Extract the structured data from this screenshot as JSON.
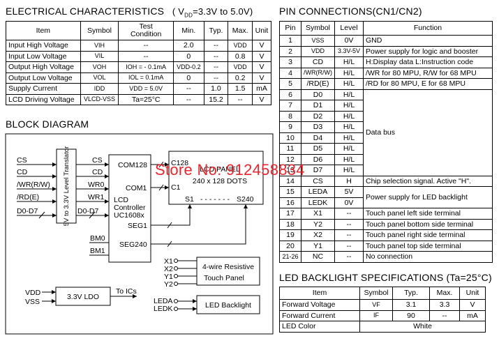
{
  "electrical": {
    "title": "ELECTRICAL CHARACTERISTICS",
    "title_cond": "( V",
    "title_cond_sub": "DD",
    "title_cond_rest": "=3.3V to 5.0V)",
    "headers": [
      "Item",
      "Symbol",
      "Test Condition",
      "Min.",
      "Typ.",
      "Max.",
      "Unit"
    ],
    "rows": [
      [
        "Input  High Voltage",
        "VIH",
        "--",
        "2.0",
        "--",
        "VDD",
        "V"
      ],
      [
        "Input  Low Voltage",
        "VIL",
        "--",
        "0",
        "--",
        "0.8",
        "V"
      ],
      [
        "Output High Voltage",
        "VOH",
        "IOH = - 0.1mA",
        "VDD-0.2",
        "--",
        "VDD",
        "V"
      ],
      [
        "Output Low Voltage",
        "VOL",
        "IOL =  0.1mA",
        "0",
        "--",
        "0.2",
        "V"
      ],
      [
        "Supply Current",
        "IDD",
        "VDD = 5.0V",
        "--",
        "1.0",
        "1.5",
        "mA"
      ],
      [
        "LCD Driving Voltage",
        "VLCD-VSS",
        "Ta=25°C",
        "--",
        "15.2",
        "--",
        "V"
      ]
    ]
  },
  "pins": {
    "title": "PIN CONNECTIONS(CN1/CN2)",
    "headers": [
      "Pin",
      "Symbol",
      "Level",
      "Function"
    ],
    "rows": [
      [
        "1",
        "VSS",
        "0V",
        "GND"
      ],
      [
        "2",
        "VDD",
        "3.3V-5V",
        "Power supply for logic and booster"
      ],
      [
        "3",
        "CD",
        "H/L",
        "H:Display data    L:Instruction code"
      ],
      [
        "4",
        "/WR(R/W)",
        "H/L",
        "/WR for 80 MPU, R/W for 68 MPU"
      ],
      [
        "5",
        "/RD(E)",
        "H/L",
        "/RD for 80 MPU, E for 68 MPU"
      ],
      [
        "6",
        "D0",
        "H/L",
        ""
      ],
      [
        "7",
        "D1",
        "H/L",
        ""
      ],
      [
        "8",
        "D2",
        "H/L",
        ""
      ],
      [
        "9",
        "D3",
        "H/L",
        ""
      ],
      [
        "10",
        "D4",
        "H/L",
        ""
      ],
      [
        "11",
        "D5",
        "H/L",
        ""
      ],
      [
        "12",
        "D6",
        "H/L",
        ""
      ],
      [
        "13",
        "D7",
        "H/L",
        ""
      ],
      [
        "14",
        "CS",
        "H",
        "Chip selection signal. Active \"H\"."
      ],
      [
        "15",
        "LEDA",
        "5V",
        ""
      ],
      [
        "16",
        "LEDK",
        "0V",
        ""
      ],
      [
        "17",
        "X1",
        "--",
        "Touch panel left side terminal"
      ],
      [
        "18",
        "Y2",
        "--",
        "Touch panel bottom side terminal"
      ],
      [
        "19",
        "X2",
        "--",
        "Touch panel right side terminal"
      ],
      [
        "20",
        "Y1",
        "--",
        "Touch panel top side terminal"
      ],
      [
        "21-26",
        "NC",
        "--",
        "No connection"
      ]
    ],
    "data_bus_label": "Data bus",
    "backlight_label": "Power supply for LED backlight"
  },
  "backlight": {
    "title": "LED BACKLIGHT SPECIFICATIONS (Ta=25°C)",
    "headers": [
      "Item",
      "Symbol",
      "Typ.",
      "Max.",
      "Unit"
    ],
    "rows": [
      [
        "Forward Voltage",
        "VF",
        "3.1",
        "3.3",
        "V"
      ],
      [
        "Forward Current",
        "IF",
        "90",
        "--",
        "mA"
      ]
    ],
    "color_label": "LED Color",
    "color_value": "White"
  },
  "block": {
    "title": "BLOCK DIAGRAM",
    "inputs": [
      "CS",
      "CD",
      "/WR(R/W)",
      "/RD(E)",
      "D0-D7"
    ],
    "translator": "5V to 3.3V Level Translator",
    "controller_pins_left": [
      "CS",
      "CD",
      "WR0",
      "WR1",
      "D0-D7",
      "BM0",
      "BM1"
    ],
    "controller_pins_right": [
      "COM128",
      "COM1",
      "SEG1",
      "SEG240"
    ],
    "controller_name": [
      "LCD",
      "Controller",
      "UC1608x"
    ],
    "panel_pins": [
      "C128",
      "C1",
      "S1",
      "S240"
    ],
    "panel_dashes": "- - - - - - -",
    "panel_name": [
      "LCD PANEL",
      "240 x 128 DOTS"
    ],
    "touch_pins": [
      "X1",
      "X2",
      "Y1",
      "Y2"
    ],
    "touch_name": [
      "4-wire Resistive",
      "Touch Panel"
    ],
    "ldo_inputs": [
      "VDD",
      "VSS"
    ],
    "ldo_name": "3.3V LDO",
    "ldo_output": "To ICs",
    "led_pins": [
      "LEDA",
      "LEDK"
    ],
    "led_name": "LED Backlight"
  },
  "watermark": "Store No: 912458834"
}
